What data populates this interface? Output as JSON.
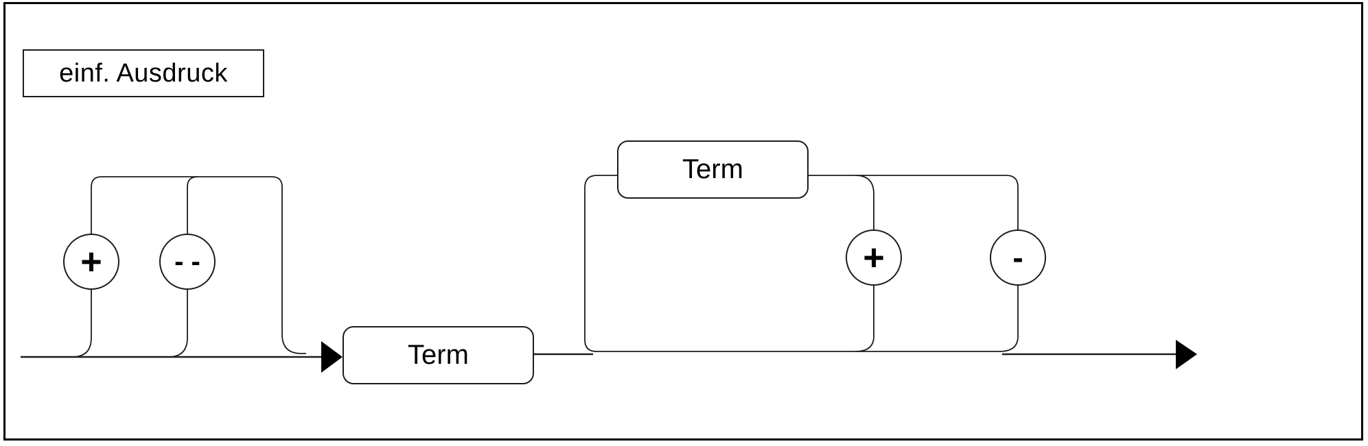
{
  "diagram": {
    "title": "einf. Ausdruck",
    "main_term_label": "Term",
    "loop_term_label": "Term",
    "operators": {
      "plus_entry": "+",
      "minus_entry": "- -",
      "plus_loop": "+",
      "minus_loop": "-"
    },
    "colors": {
      "line": "#1c1c1c",
      "arrow": "#000000",
      "background": "#ffffff"
    }
  }
}
